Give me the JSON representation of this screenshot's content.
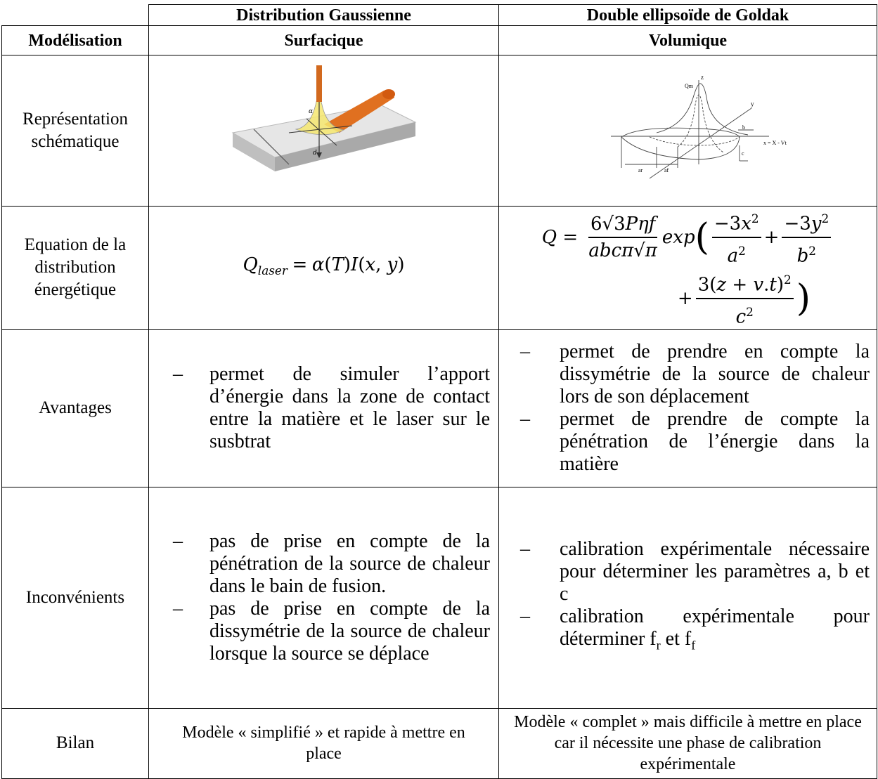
{
  "header": {
    "col1_title": "Distribution Gaussienne",
    "col2_title": "Double ellipsoïde de Goldak",
    "row_label": "Modélisation",
    "col1_sub": "Surfacique",
    "col2_sub": "Volumique"
  },
  "rows": {
    "schema": {
      "label": "Représentation schématique"
    },
    "equation": {
      "label": "Equation de la distribution énergétique"
    },
    "avantages": {
      "label": "Avantages",
      "col1": [
        "permet de simuler l’apport d’énergie dans la zone de contact entre la matière et le laser sur le susbtrat"
      ],
      "col2": [
        "permet de prendre en compte la dissymétrie de la source de chaleur lors de son déplacement",
        "permet de prendre de compte la pénétration de l’énergie dans la matière"
      ]
    },
    "inconvenients": {
      "label": "Inconvénients",
      "col1": [
        "pas de prise en compte de la pénétration de la source de chaleur dans le bain de fusion.",
        "pas de prise en compte de la dissymétrie de la source de chaleur lorsque la source se déplace"
      ],
      "col2_item1": "calibration expérimentale nécessaire pour déterminer les paramètres a, b et c",
      "col2_item2_prefix": "calibration expérimentale pour déterminer f",
      "col2_item2_sub1": "r",
      "col2_item2_mid": " et f",
      "col2_item2_sub2": "f"
    },
    "bilan": {
      "label": "Bilan",
      "col1": "Modèle « simplifié » et rapide à mettre en place",
      "col2": "Modèle « complet » mais difficile à mettre en place car il nécessite une phase de calibration expérimentale"
    }
  },
  "figure_labels": {
    "gauss_alpha": "α",
    "gauss_d": "d",
    "goldak_z": "z",
    "goldak_y": "y",
    "goldak_q": "Qm",
    "goldak_b": "b",
    "goldak_c": "c",
    "goldak_x": "x = X - Vt",
    "goldak_ar": "ar",
    "goldak_af": "af"
  },
  "colors": {
    "beam": "#d2691e",
    "bead": "#e07020",
    "plate": "#dcdcdc",
    "gauss": "#f5e66e"
  }
}
